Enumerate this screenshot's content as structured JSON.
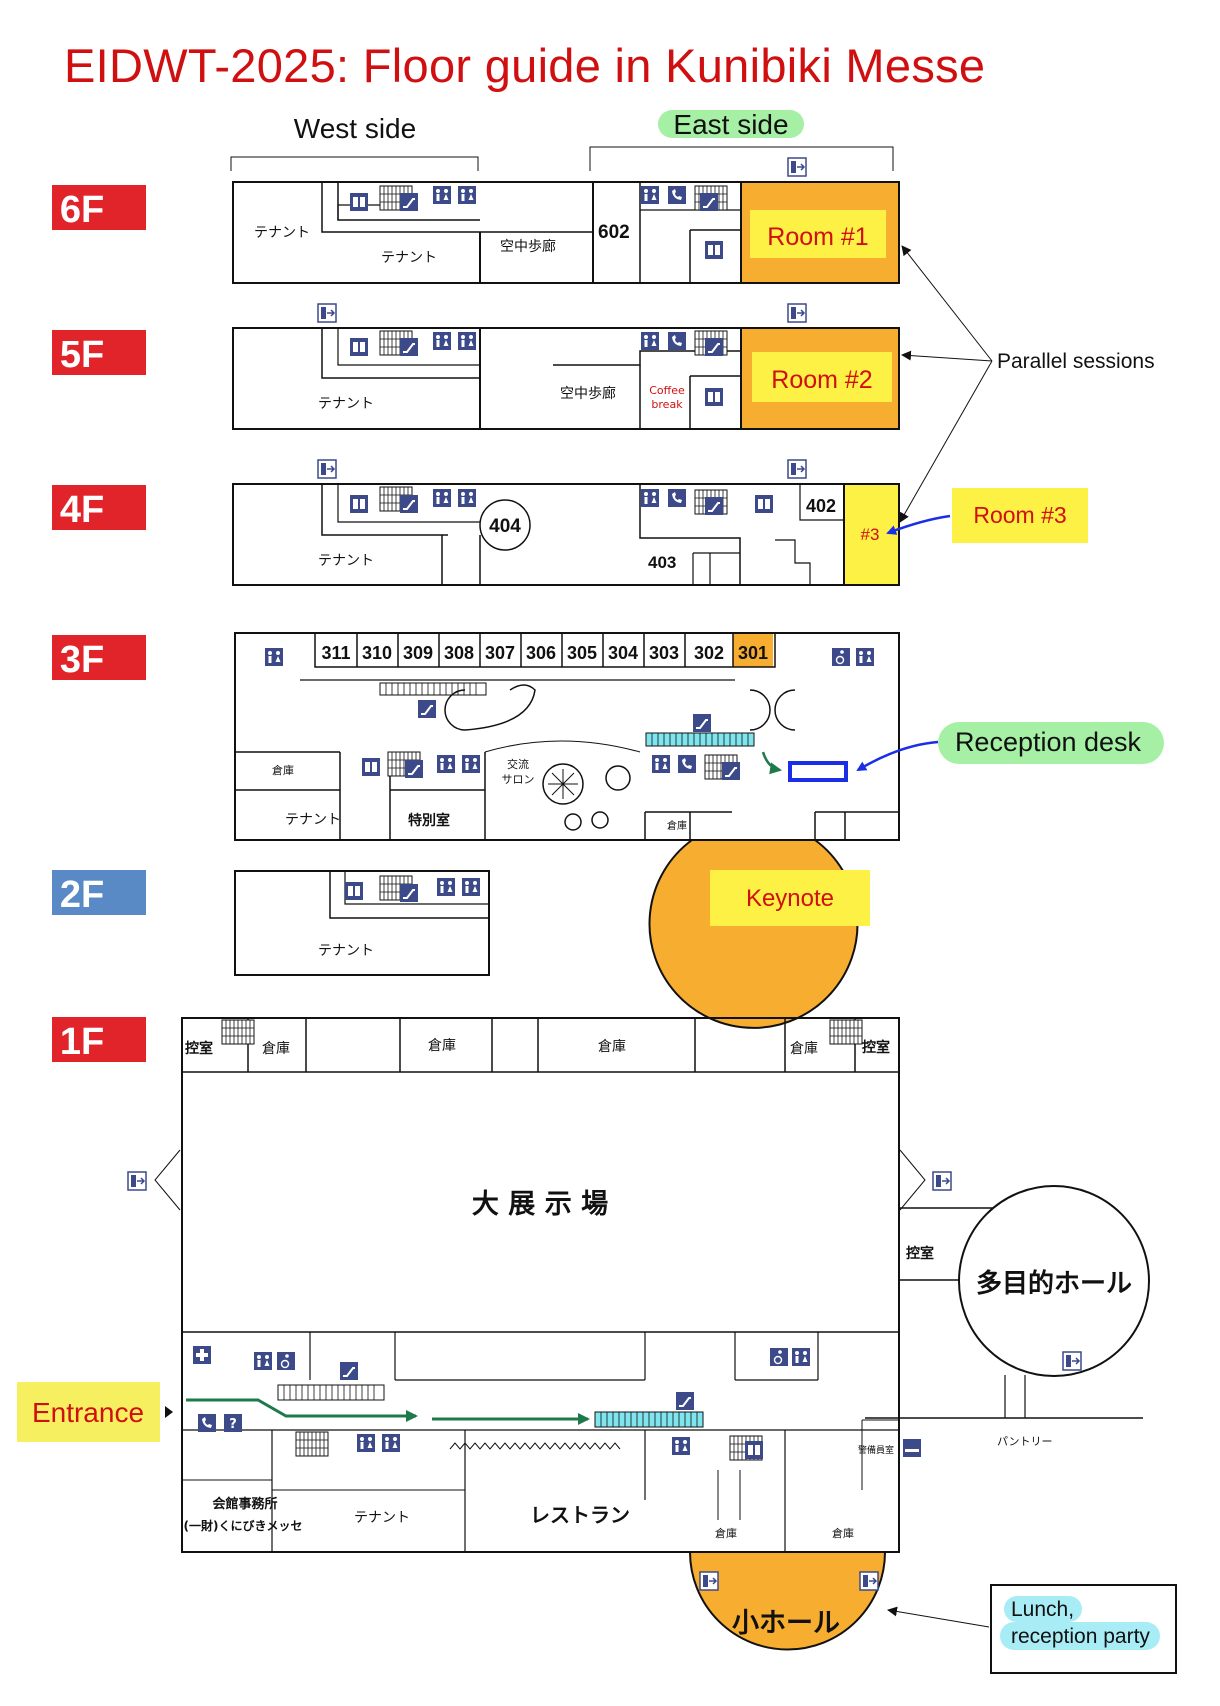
{
  "title": "EIDWT-2025: Floor guide in Kunibiki Messe",
  "sides": {
    "west": "West side",
    "east": "East side"
  },
  "floors": {
    "f6": {
      "label": "6F",
      "rooms": [
        "テナント",
        "テナント",
        "空中歩廊",
        "602"
      ],
      "session": "Room #1"
    },
    "f5": {
      "label": "5F",
      "rooms": [
        "テナント",
        "空中歩廊",
        "Coffee",
        "break"
      ],
      "session": "Room #2"
    },
    "f4": {
      "label": "4F",
      "rooms": [
        "テナント",
        "404",
        "403",
        "402",
        "#3"
      ]
    },
    "f3": {
      "label": "3F",
      "rooms": [
        "311",
        "310",
        "309",
        "308",
        "307",
        "306",
        "305",
        "304",
        "303",
        "302",
        "301"
      ],
      "misc": [
        "倉庫",
        "テナント",
        "特別室",
        "交流",
        "サロン",
        "倉庫"
      ]
    },
    "f2": {
      "label": "2F",
      "rooms": [
        "テナント"
      ],
      "keynote": "Keynote"
    },
    "f1": {
      "label": "1F",
      "rooms": [
        "控室",
        "倉庫",
        "倉庫",
        "倉庫",
        "倉庫",
        "控室",
        "大 展 示 場",
        "控室",
        "多目的ホール",
        "パントリー",
        "警備員室",
        "会館事務所",
        "(一財)くにびきメッセ",
        "テナント",
        "レストラン",
        "倉庫",
        "倉庫",
        "小ホール"
      ]
    }
  },
  "annotations": {
    "parallel": "Parallel sessions",
    "room3": "Room #3",
    "reception": "Reception desk",
    "entrance": "Entrance",
    "lunch": [
      "Lunch,",
      "reception party"
    ]
  },
  "colors": {
    "title": "#d01010",
    "floor_tab": "#e0242a",
    "floor_tab_2f": "#5a8ac6",
    "room_fill": "#f7ad2f",
    "room_label_bg": "#fdf145",
    "arrow_blue": "#1a2ee6",
    "path_green": "#1e7a4a",
    "highlight_green": "#a6f0a6",
    "highlight_yellow": "#f6f060",
    "highlight_cyan": "#a8ecf6"
  },
  "icons": [
    "elevator-icon",
    "stairs-icon",
    "restroom-icon",
    "accessible-icon",
    "emergency-exit-icon",
    "phone-icon",
    "information-icon",
    "first-aid-icon",
    "escalator-icon",
    "smoking-icon"
  ]
}
